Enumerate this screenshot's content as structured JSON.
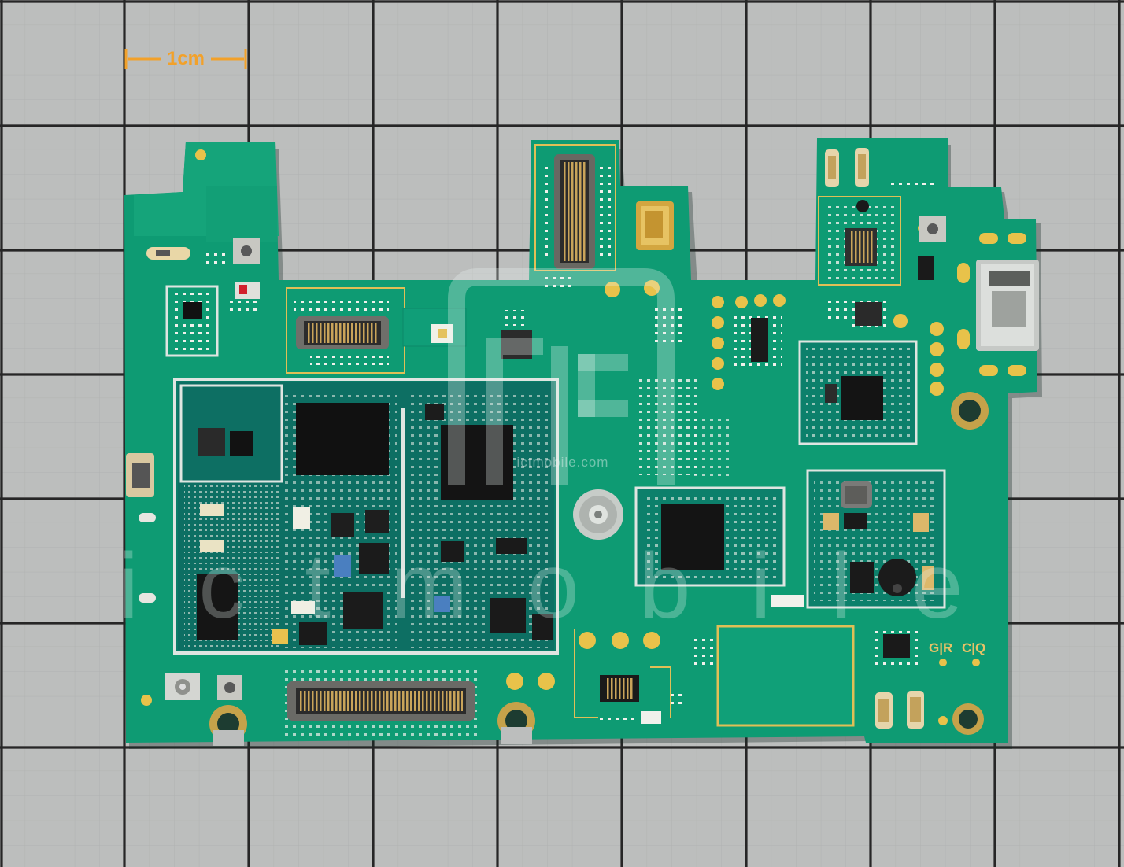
{
  "scale_bar": {
    "label": "1cm",
    "color": "#f2a12a"
  },
  "watermark": {
    "url": "ictmobile.com",
    "wordmark": "ictmobile",
    "logo_text": "ict"
  },
  "silkscreen": {
    "left_mark": "G|R",
    "right_mark": "C|Q"
  },
  "colors": {
    "grid_background": "#b9bbba",
    "grid_lines": "#2b2b2b",
    "pcb_green": "#0e9b73",
    "gold_pads": "#e8c24a",
    "shield_frame": "#dfe5e1"
  }
}
